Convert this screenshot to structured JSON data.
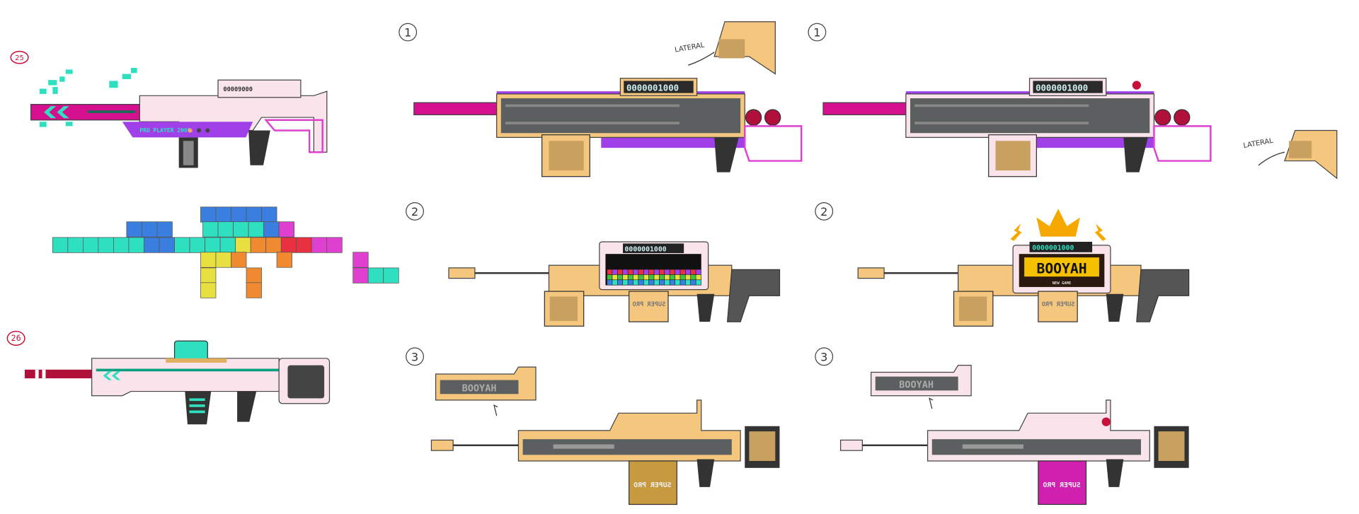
{
  "labels": {
    "concept_25": "25",
    "concept_26": "26",
    "step_1": "1",
    "step_2": "2",
    "step_3": "3",
    "lateral": "LATERAL"
  },
  "texts": {
    "pro_player": "PRO PLAYER 2000",
    "score_small": "00009000",
    "score": "0000001000",
    "booyah": "BOOYAH",
    "new_game": "NEW GAME",
    "super_pro": "SUPER PRO"
  },
  "colors": {
    "magenta": "#d4108f",
    "pink_body": "#f8e4ea",
    "purple": "#a040e8",
    "teal": "#2ee0c0",
    "orange_body": "#f5c77e",
    "gray": "#5c5f60",
    "dark": "#333333",
    "crimson": "#b0103a",
    "red_accent": "#c8103a",
    "gold": "#f5a800"
  }
}
